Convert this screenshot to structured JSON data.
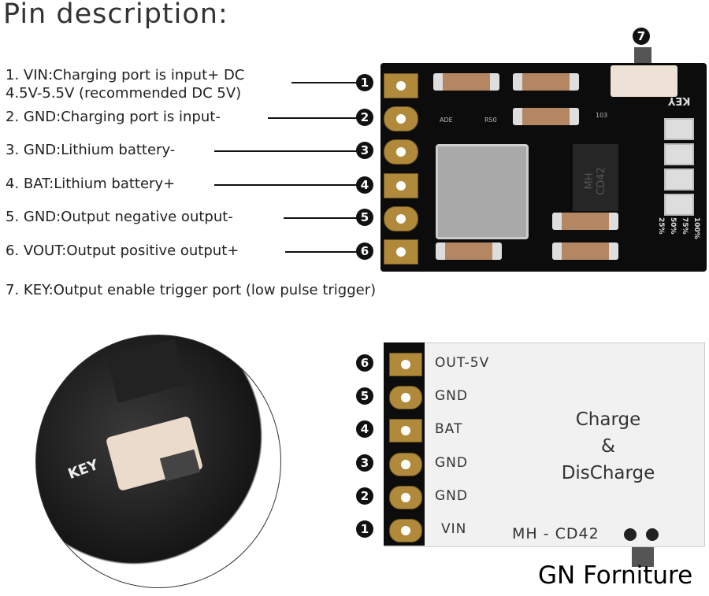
{
  "title": "Pin description:",
  "pins": [
    {
      "num": "1",
      "text_line1": "1. VIN:Charging port is input+ DC",
      "text_line2": "4.5V-5.5V (recommended DC 5V)"
    },
    {
      "num": "2",
      "text": "2. GND:Charging port is input-"
    },
    {
      "num": "3",
      "text": "3. GND:Lithium battery-"
    },
    {
      "num": "4",
      "text": "4. BAT:Lithium battery+"
    },
    {
      "num": "5",
      "text": "5. GND:Output negative output-"
    },
    {
      "num": "6",
      "text": "6. VOUT:Output positive output+"
    },
    {
      "num": "7",
      "text": "7. KEY:Output enable trigger port (low pulse trigger)"
    }
  ],
  "top_board": {
    "chip": "MH CD42",
    "silk_key": "KEY",
    "levels": [
      "100%",
      "75%",
      "50%",
      "25%"
    ],
    "resistors": [
      "ADE",
      "R50",
      "103"
    ]
  },
  "bottom_board": {
    "labels": [
      {
        "num": "6",
        "text": "OUT-5V"
      },
      {
        "num": "5",
        "text": "GND"
      },
      {
        "num": "4",
        "text": "BAT"
      },
      {
        "num": "3",
        "text": "GND"
      },
      {
        "num": "2",
        "text": "GND"
      },
      {
        "num": "1",
        "text": "VIN"
      }
    ],
    "center_line1": "Charge",
    "center_line2": "&",
    "center_line3": "DisCharge",
    "model": "MH - CD42"
  },
  "photo": {
    "silk_key": "KEY"
  },
  "watermark": "GN Forniture"
}
